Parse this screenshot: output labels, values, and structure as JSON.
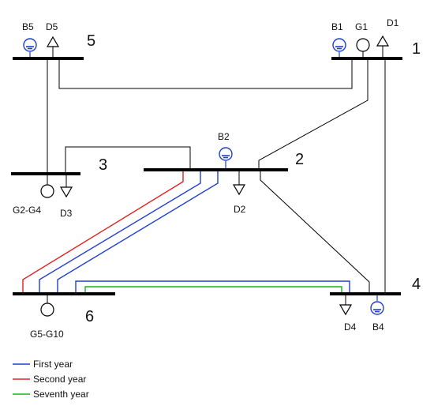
{
  "buses": {
    "bus1": "1",
    "bus2": "2",
    "bus3": "3",
    "bus4": "4",
    "bus5": "5",
    "bus6": "6"
  },
  "devices": {
    "b1": "B1",
    "g1": "G1",
    "d1": "D1",
    "b2": "B2",
    "d2": "D2",
    "d3": "D3",
    "g2g4": "G2-G4",
    "b4": "B4",
    "d4": "D4",
    "b5": "B5",
    "d5": "D5",
    "g5g10": "G5-G10"
  },
  "legend": [
    {
      "label": "First year",
      "color": "#1f3fd1"
    },
    {
      "label": "Second year",
      "color": "#e02020"
    },
    {
      "label": "Seventh year",
      "color": "#18b21a"
    }
  ],
  "colors": {
    "existing_line": "#000000",
    "battery": "#1f3fd1"
  }
}
